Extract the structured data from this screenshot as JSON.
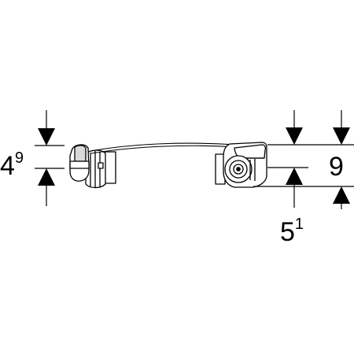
{
  "dimensions": {
    "left_height": {
      "base": "4",
      "sup": "9"
    },
    "right_total_height": {
      "value": "9"
    },
    "right_offset": {
      "base": "5",
      "sup": "1"
    }
  },
  "colors": {
    "stroke": "#000000",
    "fill_light": "#ffffff",
    "fill_shade": "#d9d9d9"
  }
}
